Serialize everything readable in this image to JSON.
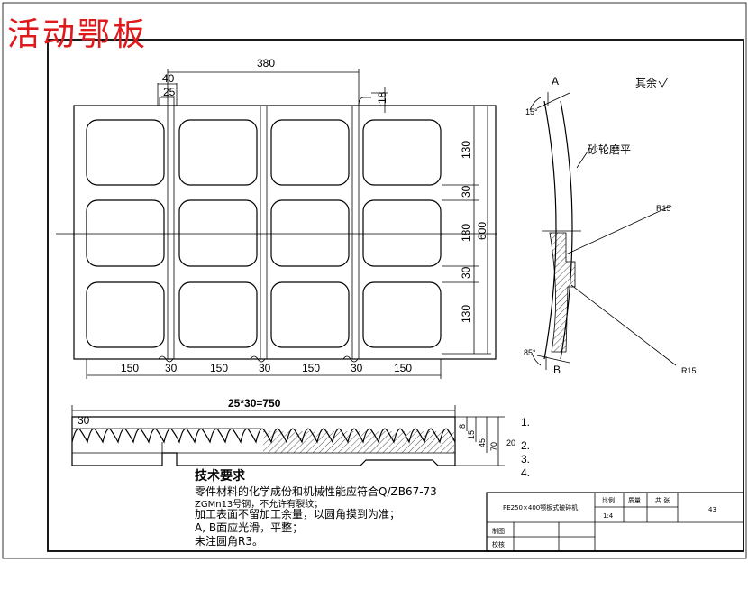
{
  "title": "活动鄂板",
  "plate": {
    "dim_width_top": "380",
    "dim_slot_40": "40",
    "dim_slot_25": "25",
    "dim_18": "18",
    "dim_130_a": "130",
    "dim_30_a": "30",
    "dim_180": "180",
    "dim_30_b": "30",
    "dim_130_b": "130",
    "dim_600": "600",
    "dim_150_a": "150",
    "dim_30_c": "30",
    "dim_150_b": "150",
    "dim_30_d": "30",
    "dim_150_c": "150",
    "dim_30_e": "30",
    "dim_150_d": "150"
  },
  "section": {
    "label_a": "A",
    "label_b": "B",
    "angle_top": "15°",
    "angle_bottom": "85°",
    "note_grind": "砂轮磨平",
    "radius_1": "R15",
    "radius_2": "R15",
    "rest": "其余"
  },
  "profile": {
    "dim_total": "25*30=750",
    "dim_30": "30",
    "dim_8": "8",
    "dim_15": "15",
    "dim_45": "45",
    "dim_70": "70",
    "dim_20": "20"
  },
  "requirements": {
    "heading": "技术要求",
    "n1": "1.",
    "n2": "2.",
    "n3": "3.",
    "n4": "4.",
    "line1": "零件材料的化学成份和机械性能应符合Q/ZB67-73",
    "line1b": "ZGMn13号钢，不允许有裂纹；",
    "line2": "加工表面不留加工余量，以圆角摸到为准；",
    "line3": "A, B面应光滑，平整；",
    "line4": "未注圆角R3。"
  },
  "title_block": {
    "name": "PE250×400颚板式破碎机",
    "scale_label": "比例",
    "weight_label": "质量",
    "sheets_label": "共  张",
    "scale_value": "1:4",
    "sheet_no": "43",
    "drawn_label": "制图",
    "checked_label": "校核"
  }
}
